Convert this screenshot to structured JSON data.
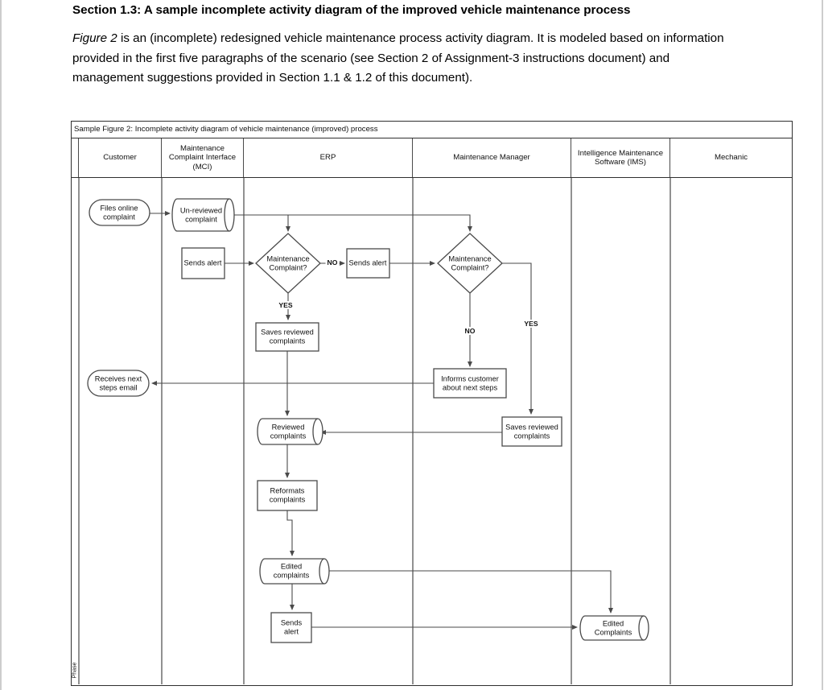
{
  "page": {
    "section_heading": "Section 1.3: A sample incomplete activity diagram of the improved vehicle maintenance process",
    "intro_figure_ref": "Figure 2",
    "intro_text": " is an (incomplete) redesigned vehicle maintenance process activity diagram.  It is modeled based on information provided in the first five paragraphs of the scenario (see Section 2 of Assignment-3 instructions document) and management suggestions provided in Section 1.1 & 1.2 of this document)."
  },
  "figure": {
    "caption": "Sample Figure 2: Incomplete activity diagram of vehicle maintenance (improved) process",
    "phase_label": "Phase",
    "lanes": [
      "Customer",
      "Maintenance Complaint Interface (MCI)",
      "ERP",
      "Maintenance Manager",
      "Intelligence Maintenance Software (IMS)",
      "Mechanic"
    ],
    "decision_labels": {
      "yes": "YES",
      "no": "NO"
    },
    "nodes": {
      "files_online_complaint": {
        "type": "terminator",
        "lane": "Customer",
        "label": "Files online complaint"
      },
      "receives_next_steps": {
        "type": "terminator",
        "lane": "Customer",
        "label": "Receives next steps email"
      },
      "unreviewed_complaint": {
        "type": "stored-data",
        "lane": "Maintenance Complaint Interface (MCI)",
        "label": "Un-reviewed complaint"
      },
      "sends_alert_mci": {
        "type": "process",
        "lane": "Maintenance Complaint Interface (MCI)",
        "label": "Sends alert"
      },
      "maint_complaint_erp": {
        "type": "decision",
        "lane": "ERP",
        "label": "Maintenance Complaint?"
      },
      "sends_alert_erp": {
        "type": "process",
        "lane": "ERP",
        "label": "Sends alert"
      },
      "saves_reviewed_erp": {
        "type": "process",
        "lane": "ERP",
        "label": "Saves reviewed complaints"
      },
      "reviewed_complaints": {
        "type": "stored-data",
        "lane": "ERP",
        "label": "Reviewed complaints"
      },
      "reformats_complaints": {
        "type": "process",
        "lane": "ERP",
        "label": "Reformats complaints"
      },
      "edited_complaints_erp": {
        "type": "stored-data",
        "lane": "ERP",
        "label": "Edited complaints"
      },
      "sends_alert_erp_bottom": {
        "type": "process",
        "lane": "ERP",
        "label": "Sends alert"
      },
      "maint_complaint_mgr": {
        "type": "decision",
        "lane": "Maintenance Manager",
        "label": "Maintenance Complaint?"
      },
      "informs_customer": {
        "type": "process",
        "lane": "Maintenance Manager",
        "label": "Informs customer about next steps"
      },
      "saves_reviewed_mgr": {
        "type": "process",
        "lane": "Maintenance Manager",
        "label": "Saves reviewed complaints"
      },
      "edited_complaints_ims": {
        "type": "stored-data",
        "lane": "Intelligence Maintenance Software (IMS)",
        "label": "Edited Complaints"
      }
    },
    "colors": {
      "line": "#4a4a4a",
      "frame": "#2f2f2f",
      "text": "#111111",
      "background": "#ffffff"
    }
  }
}
